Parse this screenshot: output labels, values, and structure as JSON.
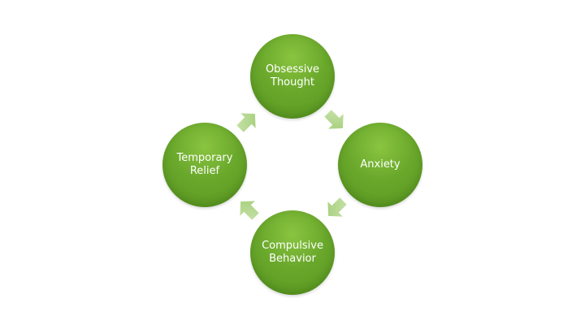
{
  "diagram": {
    "type": "cycle",
    "nodes": [
      {
        "id": "obsessive-thought",
        "label": "Obsessive\nThought"
      },
      {
        "id": "anxiety",
        "label": "Anxiety"
      },
      {
        "id": "compulsive-behavior",
        "label": "Compulsive\nBehavior"
      },
      {
        "id": "temporary-relief",
        "label": "Temporary\nRelief"
      }
    ],
    "edges": [
      {
        "from": "obsessive-thought",
        "to": "anxiety"
      },
      {
        "from": "anxiety",
        "to": "compulsive-behavior"
      },
      {
        "from": "compulsive-behavior",
        "to": "temporary-relief"
      },
      {
        "from": "temporary-relief",
        "to": "obsessive-thought"
      }
    ],
    "colors": {
      "node_fill": "#6aa82c",
      "node_text": "#ffffff",
      "arrow_fill": "#b5d98f"
    }
  }
}
